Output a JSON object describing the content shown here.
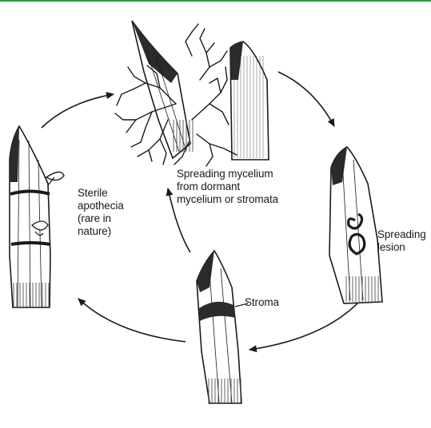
{
  "colors": {
    "top_rule": "#2e9a48",
    "ink": "#1a1a1a",
    "shade": "#3b3b3b",
    "background": "#ffffff"
  },
  "labels": {
    "mycelium": "Spreading mycelium\nfrom dormant\nmycelium or stromata",
    "apothecia": "Sterile\napothecia\n(rare in\nnature)",
    "lesion": "Spreading\nlesion",
    "stroma": "Stroma"
  }
}
